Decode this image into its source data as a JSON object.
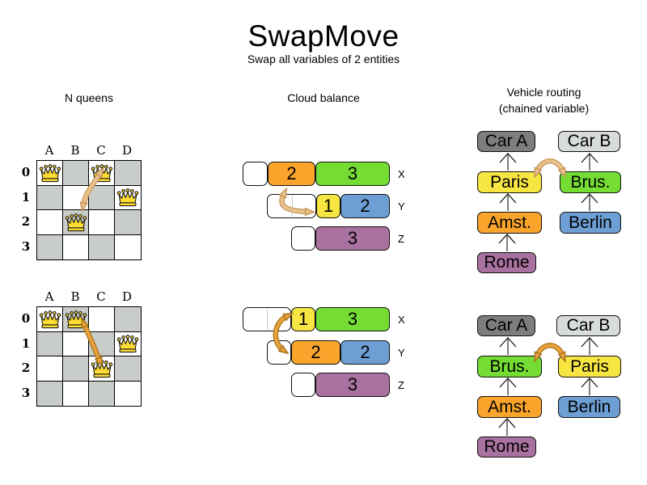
{
  "title": "SwapMove",
  "subtitle": "Swap all variables of 2 entities",
  "sections": {
    "nqueens": {
      "title": "N queens"
    },
    "cloud": {
      "title": "Cloud balance"
    },
    "vehicle": {
      "title": "Vehicle routing",
      "title2": "(chained variable)"
    }
  },
  "palette": {
    "orange": "#F9A42B",
    "green": "#74DC33",
    "yellow": "#F7E542",
    "blue": "#6E9FD4",
    "purple": "#A9719F",
    "car_dark": "#7D7D7D",
    "car_light": "#D8DCD8",
    "board_gray": "#C9CDC9",
    "queen_gold": "#FFDD33",
    "arrow_before_fill": "#EAC28D",
    "arrow_before_stroke": "#C6975B",
    "arrow_after_fill": "#E8A33D",
    "arrow_after_stroke": "#AA761F"
  },
  "nqueens": {
    "col_labels": [
      "A",
      "B",
      "C",
      "D"
    ],
    "row_labels": [
      "0",
      "1",
      "2",
      "3"
    ],
    "before_queens": [
      "A0",
      "C0",
      "D1",
      "B2"
    ],
    "after_queens": [
      "A0",
      "B0",
      "D1",
      "C2"
    ]
  },
  "cloud": {
    "row_labels": [
      "X",
      "Y",
      "Z"
    ],
    "before": {
      "X": {
        "processes": [
          {
            "value": "2",
            "color": "orange"
          },
          {
            "value": "3",
            "color": "green"
          }
        ]
      },
      "Y": {
        "processes": [
          {
            "value": "1",
            "color": "yellow"
          },
          {
            "value": "2",
            "color": "blue"
          }
        ]
      },
      "Z": {
        "processes": [
          {
            "value": "3",
            "color": "purple"
          }
        ]
      }
    },
    "after": {
      "X": {
        "processes": [
          {
            "value": "1",
            "color": "yellow"
          },
          {
            "value": "3",
            "color": "green"
          }
        ]
      },
      "Y": {
        "processes": [
          {
            "value": "2",
            "color": "orange"
          },
          {
            "value": "2",
            "color": "blue"
          }
        ]
      },
      "Z": {
        "processes": [
          {
            "value": "3",
            "color": "purple"
          }
        ]
      }
    }
  },
  "vehicle": {
    "before": {
      "left": [
        "Car A",
        "Paris",
        "Amst.",
        "Rome"
      ],
      "right": [
        "Car B",
        "Brus.",
        "Berlin"
      ]
    },
    "after": {
      "left": [
        "Car A",
        "Brus.",
        "Amst.",
        "Rome"
      ],
      "right": [
        "Car B",
        "Paris",
        "Berlin"
      ]
    }
  }
}
